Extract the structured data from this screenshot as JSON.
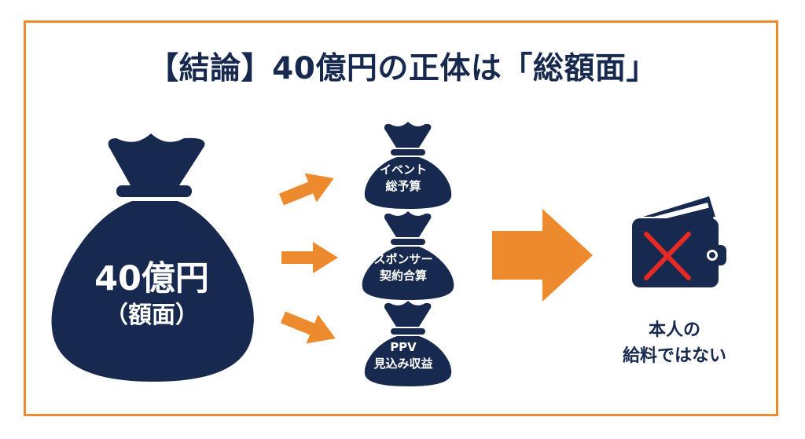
{
  "title": "【結論】40億円の正体は「総額面」",
  "big_bag": {
    "amount": "40億円",
    "note": "（額面）"
  },
  "components": [
    {
      "line1": "イベント",
      "line2": "総予算"
    },
    {
      "line1": "スポンサー",
      "line2": "契約合算"
    },
    {
      "line1": "PPV",
      "line2": "見込み収益"
    }
  ],
  "result": {
    "line1": "本人の",
    "line2": "給料ではない"
  },
  "colors": {
    "navy": "#17294f",
    "orange": "#ee8a2e",
    "cross": "#e52a26"
  },
  "icons": [
    "money-bag-icon",
    "arrow-right-icon",
    "wallet-icon",
    "cross-icon"
  ]
}
